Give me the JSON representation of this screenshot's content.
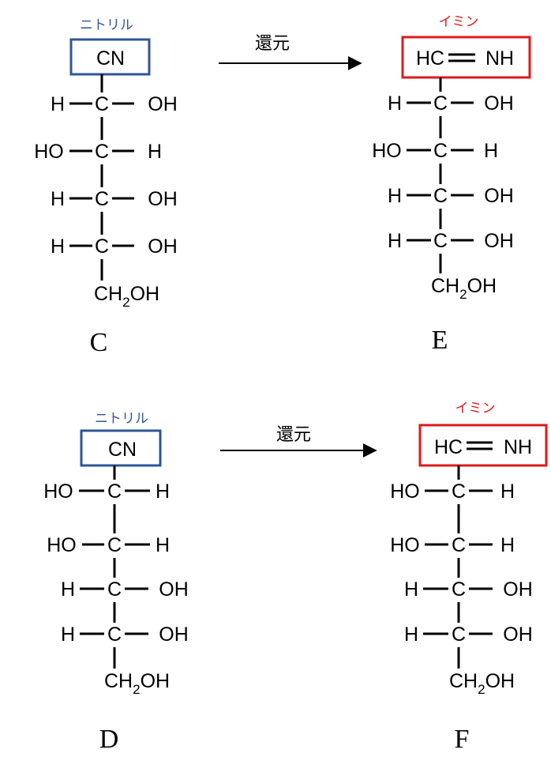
{
  "colors": {
    "nitrile": "#2f5597",
    "imine": "#e0191b",
    "text": "#000000"
  },
  "arrow_label": "還元",
  "tags": {
    "nitrile": "ニトリル",
    "imine": "イミン"
  },
  "molecules": {
    "C": {
      "caption": "C",
      "top": "CN",
      "rows": [
        {
          "left": "H",
          "right": "OH"
        },
        {
          "left": "HO",
          "right": "H"
        },
        {
          "left": "H",
          "right": "OH"
        },
        {
          "left": "H",
          "right": "OH"
        }
      ],
      "bottom": {
        "pre": "CH",
        "sub": "2",
        "post": "OH"
      }
    },
    "E": {
      "caption": "E",
      "top_left": "HC",
      "top_right": "NH",
      "rows": [
        {
          "left": "H",
          "right": "OH"
        },
        {
          "left": "HO",
          "right": "H"
        },
        {
          "left": "H",
          "right": "OH"
        },
        {
          "left": "H",
          "right": "OH"
        }
      ],
      "bottom": {
        "pre": "CH",
        "sub": "2",
        "post": "OH"
      }
    },
    "D": {
      "caption": "D",
      "top": "CN",
      "rows": [
        {
          "left": "HO",
          "right": "H"
        },
        {
          "left": "HO",
          "right": "H"
        },
        {
          "left": "H",
          "right": "OH"
        },
        {
          "left": "H",
          "right": "OH"
        }
      ],
      "bottom": {
        "pre": "CH",
        "sub": "2",
        "post": "OH"
      }
    },
    "F": {
      "caption": "F",
      "top_left": "HC",
      "top_right": "NH",
      "rows": [
        {
          "left": "HO",
          "right": "H"
        },
        {
          "left": "HO",
          "right": "H"
        },
        {
          "left": "H",
          "right": "OH"
        },
        {
          "left": "H",
          "right": "OH"
        }
      ],
      "bottom": {
        "pre": "CH",
        "sub": "2",
        "post": "OH"
      }
    }
  },
  "atom_c": "C"
}
